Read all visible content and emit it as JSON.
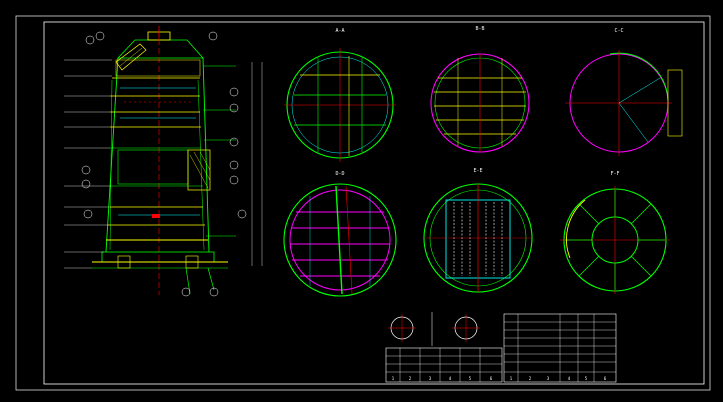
{
  "drawing": {
    "background": "#000000",
    "colors": {
      "frame": "#ffffff",
      "green": "#00ff00",
      "cyan": "#00ffff",
      "yellow": "#ffff00",
      "red": "#ff0000",
      "magenta": "#ff00ff",
      "white": "#ffffff"
    }
  },
  "views": {
    "aa": {
      "label": "A-A"
    },
    "bb": {
      "label": "B-B"
    },
    "cc": {
      "label": "C-C"
    },
    "dd": {
      "label": "D-D"
    },
    "ee": {
      "label": "E-E"
    },
    "ff": {
      "label": "F-F"
    }
  },
  "tables": {
    "bottom_left_numbers": [
      "1",
      "2",
      "3",
      "4",
      "5",
      "6"
    ],
    "bottom_right_numbers": [
      "1",
      "2",
      "3",
      "4",
      "5",
      "6"
    ]
  }
}
